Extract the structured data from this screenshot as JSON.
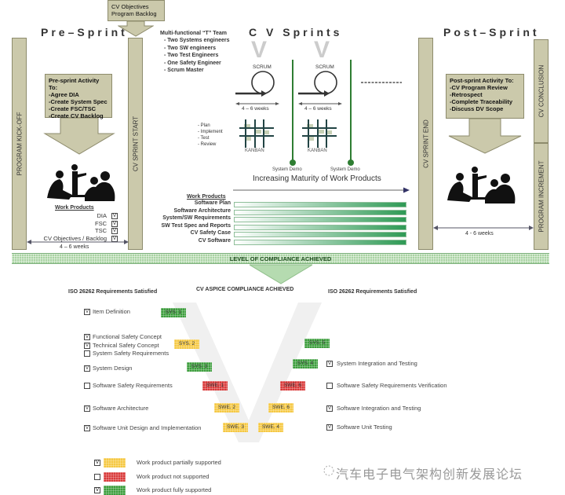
{
  "top_box": {
    "line1": "CV Objectives",
    "line2": "Program Backlog"
  },
  "pre_sprint": {
    "title": "Pre–Sprint",
    "kickoff": "PROGRAM KICK-OFF",
    "sprint_start": "CV SPRINT START",
    "activity": [
      "Pre-sprint Activity To:",
      "-Agree DIA",
      "-Create System Spec",
      "-Create FSC/TSC",
      "-Create CV Backlog"
    ],
    "work_products_title": "Work Products",
    "work_products": [
      "DIA",
      "FSC",
      "TSC",
      "CV Objectives /  Backlog"
    ],
    "duration": "4 – 6 weeks"
  },
  "team": [
    "Multi-functional “T” Team",
    "- Two Systems engineers",
    "- Two SW engineers",
    "- Two Test Engineers",
    "- One Safety Engineer",
    "- Scrum Master"
  ],
  "sprints": {
    "title": "C V  Sprints",
    "scrum": "SCRUM",
    "duration": "4 – 6 weeks",
    "kanban": "KANBAN",
    "steps": [
      "- Plan",
      "- Implement",
      "- Test",
      "- Review"
    ],
    "demo": "System Demo",
    "maturity": "Increasing Maturity of Work Products",
    "work_products_title": "Work Products",
    "work_products": [
      "Software Plan",
      "Software Architecture",
      "System/SW Requirements",
      "SW Test Spec and Reports",
      "CV Safety Case",
      "CV Software"
    ]
  },
  "post_sprint": {
    "title": "Post–Sprint",
    "sprint_end": "CV SPRINT END",
    "conclusion": "CV CONCLUSION",
    "increment": "PROGRAM INCREMENT",
    "activity": [
      "Post-sprint Activity To:",
      "-CV Program Review",
      "-Retrospect",
      "-Complete Traceability",
      "-Discuss DV Scope"
    ],
    "duration": "4 - 6 weeks"
  },
  "compliance": {
    "band": "LEVEL OF COMPLIANCE ACHIEVED",
    "left_header": "ISO 26262 Requirements Satisfied",
    "center_header": "CV ASPICE COMPLIANCE ACHIEVED",
    "right_header": "ISO 26262 Requirements Satisfied",
    "left_items": [
      {
        "label": "Item Definition",
        "checked": true
      },
      {
        "label": "Functional Safety Concept",
        "checked": true
      },
      {
        "label": "Technical Safety Concept",
        "checked": true
      },
      {
        "label": "System Safety Requirements",
        "checked": false
      },
      {
        "label": "System Design",
        "checked": true
      },
      {
        "label": "Software Safety Requirements",
        "checked": false
      },
      {
        "label": "Software Architecture",
        "checked": true
      },
      {
        "label": "Software Unit Design and Implementation",
        "checked": true
      }
    ],
    "right_items": [
      {
        "label": "System Integration and Testing",
        "checked": true
      },
      {
        "label": "Software Safety Requirements Verification",
        "checked": false
      },
      {
        "label": "Software Integration and Testing",
        "checked": true
      },
      {
        "label": "Software Unit Testing",
        "checked": true
      }
    ],
    "badges": [
      {
        "label": "SYS. 1",
        "status": "full"
      },
      {
        "label": "SYS. 2",
        "status": "partial"
      },
      {
        "label": "SYS. 3",
        "status": "full"
      },
      {
        "label": "SWE. 1",
        "status": "none"
      },
      {
        "label": "SWE. 2",
        "status": "partial"
      },
      {
        "label": "SWE. 3",
        "status": "partial"
      },
      {
        "label": "SWE. 4",
        "status": "partial"
      },
      {
        "label": "SWE. 6",
        "status": "partial"
      },
      {
        "label": "SWE. 6",
        "status": "none"
      },
      {
        "label": "SYS. 4",
        "status": "full"
      },
      {
        "label": "SYS. 5",
        "status": "full"
      }
    ]
  },
  "legend": [
    {
      "label": "Work product partially supported",
      "status": "partial",
      "checked": true
    },
    {
      "label": "Work product not supported",
      "status": "none",
      "checked": false
    },
    {
      "label": "Work product fully supported",
      "status": "full",
      "checked": true
    }
  ],
  "colors": {
    "partial": "#f5c842",
    "none": "#d93a3a",
    "full": "#3d9e3d",
    "khaki": "#cbc9ab",
    "green_line": "#2e7d32"
  },
  "watermark": "汽车电子电气架构创新发展论坛"
}
